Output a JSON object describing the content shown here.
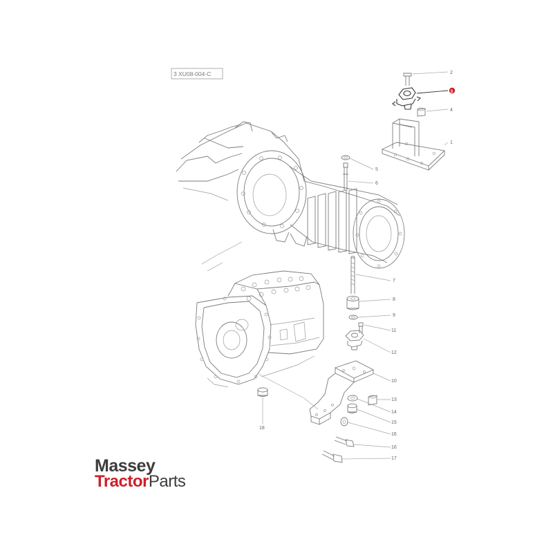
{
  "diagram": {
    "reference_code": "3 XU08-004-C",
    "highlight_color": "#cc1f2a",
    "highlighted_callout": "3",
    "callouts": [
      "1",
      "2",
      "3",
      "4",
      "5",
      "6",
      "7",
      "8",
      "9",
      "10",
      "11",
      "12",
      "13",
      "14",
      "15",
      "16",
      "16",
      "17",
      "18"
    ]
  },
  "brand": {
    "line1": "Massey",
    "line2_bold": "Tractor",
    "line2_regular": "Parts",
    "colors": {
      "massey": "#3c3c3c",
      "tractor": "#cc1f2a",
      "parts": "#3c3c3c"
    }
  }
}
